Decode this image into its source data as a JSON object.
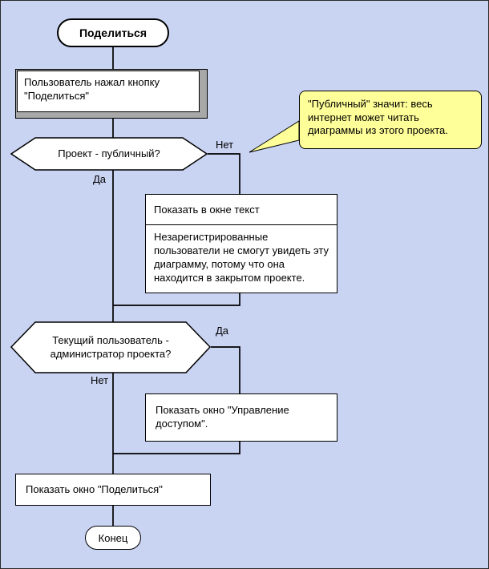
{
  "colors": {
    "background": "#c9d3f2",
    "note_fill": "#ffff99",
    "shape_fill": "#ffffff",
    "shadow_gray": "#a8a8a8",
    "line": "#000000"
  },
  "nodes": {
    "start": "Поделиться",
    "step_clicked": "Пользователь нажал кнопку \"Поделиться\"",
    "decision_public": "Проект - публичный?",
    "label_no_1": "Нет",
    "label_yes_1": "Да",
    "note": "\"Публичный\" значит: весь интернет может читать диаграммы из этого проекта.",
    "message_title": "Показать в окне текст",
    "message_body": "Незарегистрированные пользователи не смогут увидеть эту диаграмму, потому что она находится в закрытом проекте.",
    "decision_admin": "Текущий пользователь - администратор проекта?",
    "label_yes_2": "Да",
    "label_no_2": "Нет",
    "step_access": "Показать окно \"Управление доступом\".",
    "step_share": "Показать окно \"Поделиться\"",
    "end": "Конец"
  }
}
